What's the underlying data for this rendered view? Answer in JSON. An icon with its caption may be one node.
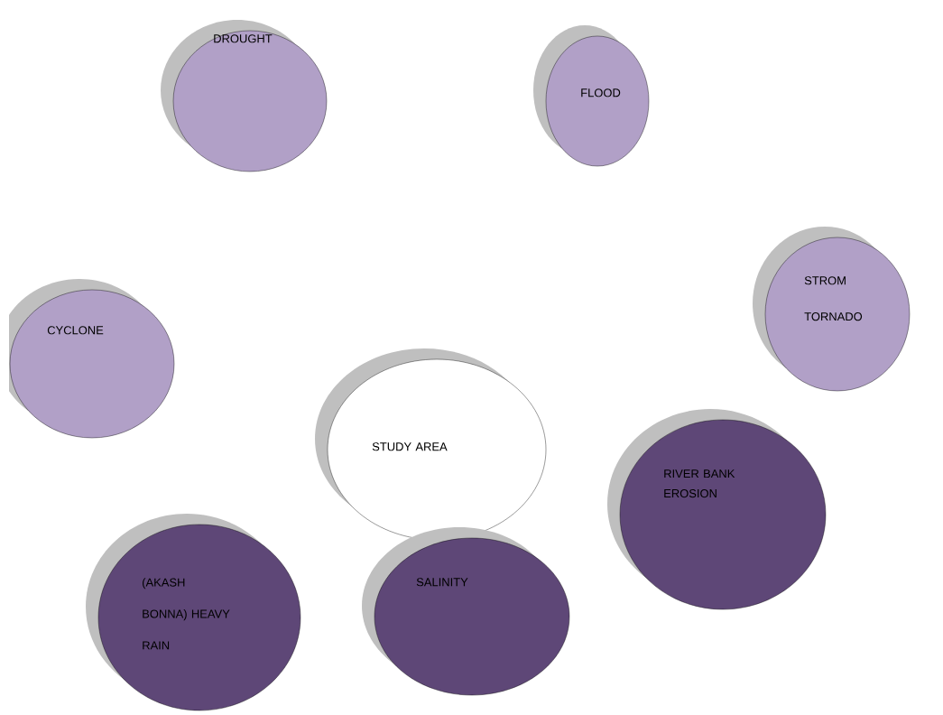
{
  "diagram": {
    "nodes": [
      {
        "text": [
          "DROUGHT"
        ]
      },
      {
        "text": [
          "FLOOD"
        ]
      },
      {
        "text": [
          "STROM TORNADO"
        ]
      },
      {
        "text": [
          "CYCLONE"
        ]
      },
      {
        "text": [
          "STUDY AREA"
        ]
      },
      {
        "text": [
          "RIVER BANK EROSION"
        ]
      },
      {
        "text": [
          "(AKASH BONNA) HEAVY RAIN"
        ]
      },
      {
        "text": [
          "SALINITY"
        ]
      }
    ]
  }
}
